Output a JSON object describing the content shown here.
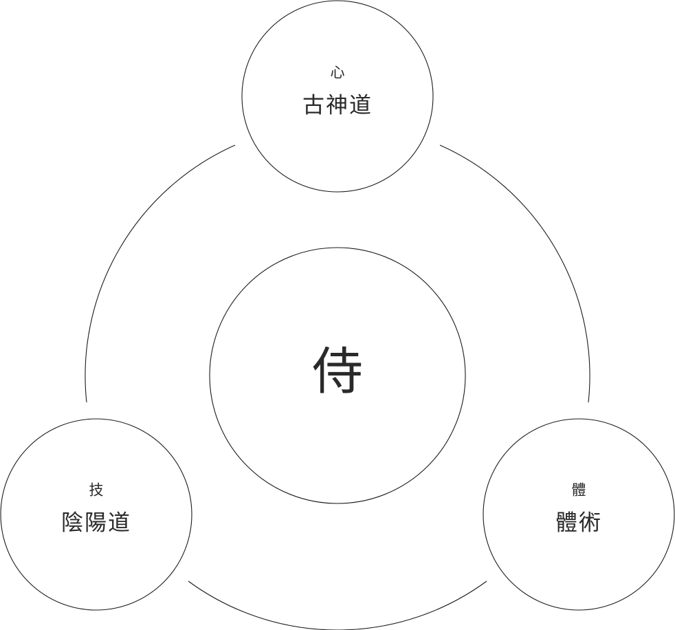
{
  "diagram": {
    "center": {
      "label": "侍"
    },
    "nodes": {
      "top": {
        "subtitle": "心",
        "title": "古神道"
      },
      "left": {
        "subtitle": "技",
        "title": "陰陽道"
      },
      "right": {
        "subtitle": "體",
        "title": "體術"
      }
    },
    "colors": {
      "line": "#1a1a1a",
      "text": "#2a2a2a",
      "background": "#ffffff"
    }
  }
}
